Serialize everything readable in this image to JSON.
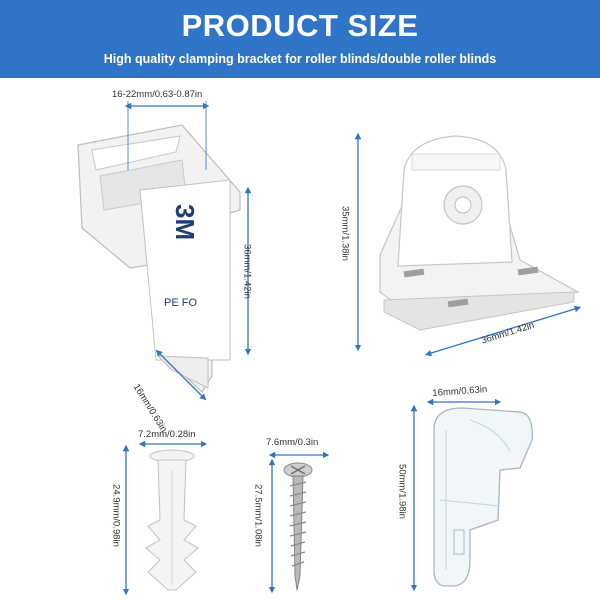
{
  "header": {
    "title": "PRODUCT SIZE",
    "subtitle": "High quality clamping bracket for roller blinds/double roller blinds"
  },
  "dimensions": {
    "clamp_width": "16-22mm/0.63-0.87in",
    "clamp_height": "36mm/1.42in",
    "clamp_depth": "16mm/0.63in",
    "bracket_height": "35mm/1.38in",
    "bracket_width": "36mm/1.42in",
    "anchor_width": "7.2mm/0.28in",
    "anchor_length": "24.9mm/0.98in",
    "screw_width": "7.6mm/0.3in",
    "screw_length": "27.5mm/1.08in",
    "clip_width": "16mm/0.63in",
    "clip_height": "50mm/1.98in"
  },
  "tape_text": {
    "brand": "3M",
    "line": "PE FO"
  },
  "colors": {
    "banner": "#2f74c7",
    "arrow": "#2f74c7",
    "text": "#333333"
  }
}
